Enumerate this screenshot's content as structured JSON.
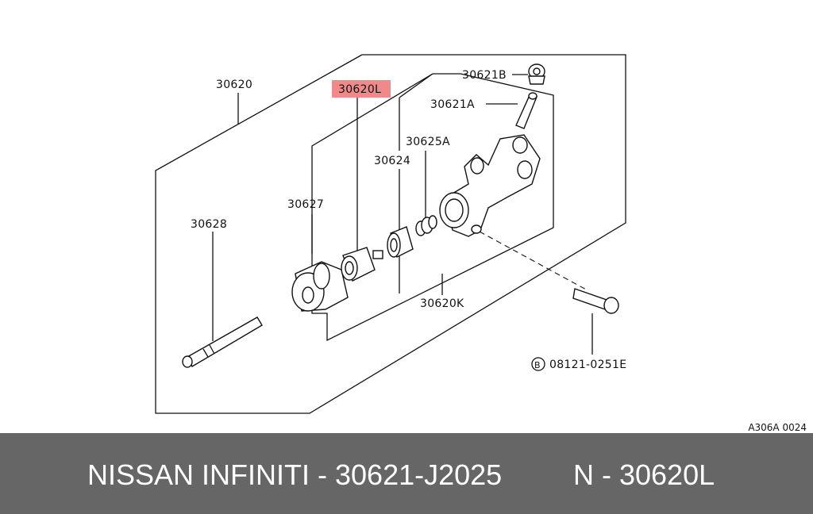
{
  "diagram": {
    "labels": {
      "assembly": "30620",
      "highlighted": "30620L",
      "bleeder_cap": "30621B",
      "bleeder_screw": "30621A",
      "spring_seat": "30625A",
      "piston_cup": "30624",
      "boot": "30627",
      "push_rod": "30628",
      "repair_kit": "30620K",
      "bolt_circle": "B",
      "bolt": "08121-0251E"
    },
    "highlight_color": "#f08a8a",
    "reference_code": "A306A 0024"
  },
  "footer": {
    "left_text": "NISSAN INFINITI - 30621-J2025",
    "right_text": "N - 30620L",
    "background": "#666666"
  }
}
